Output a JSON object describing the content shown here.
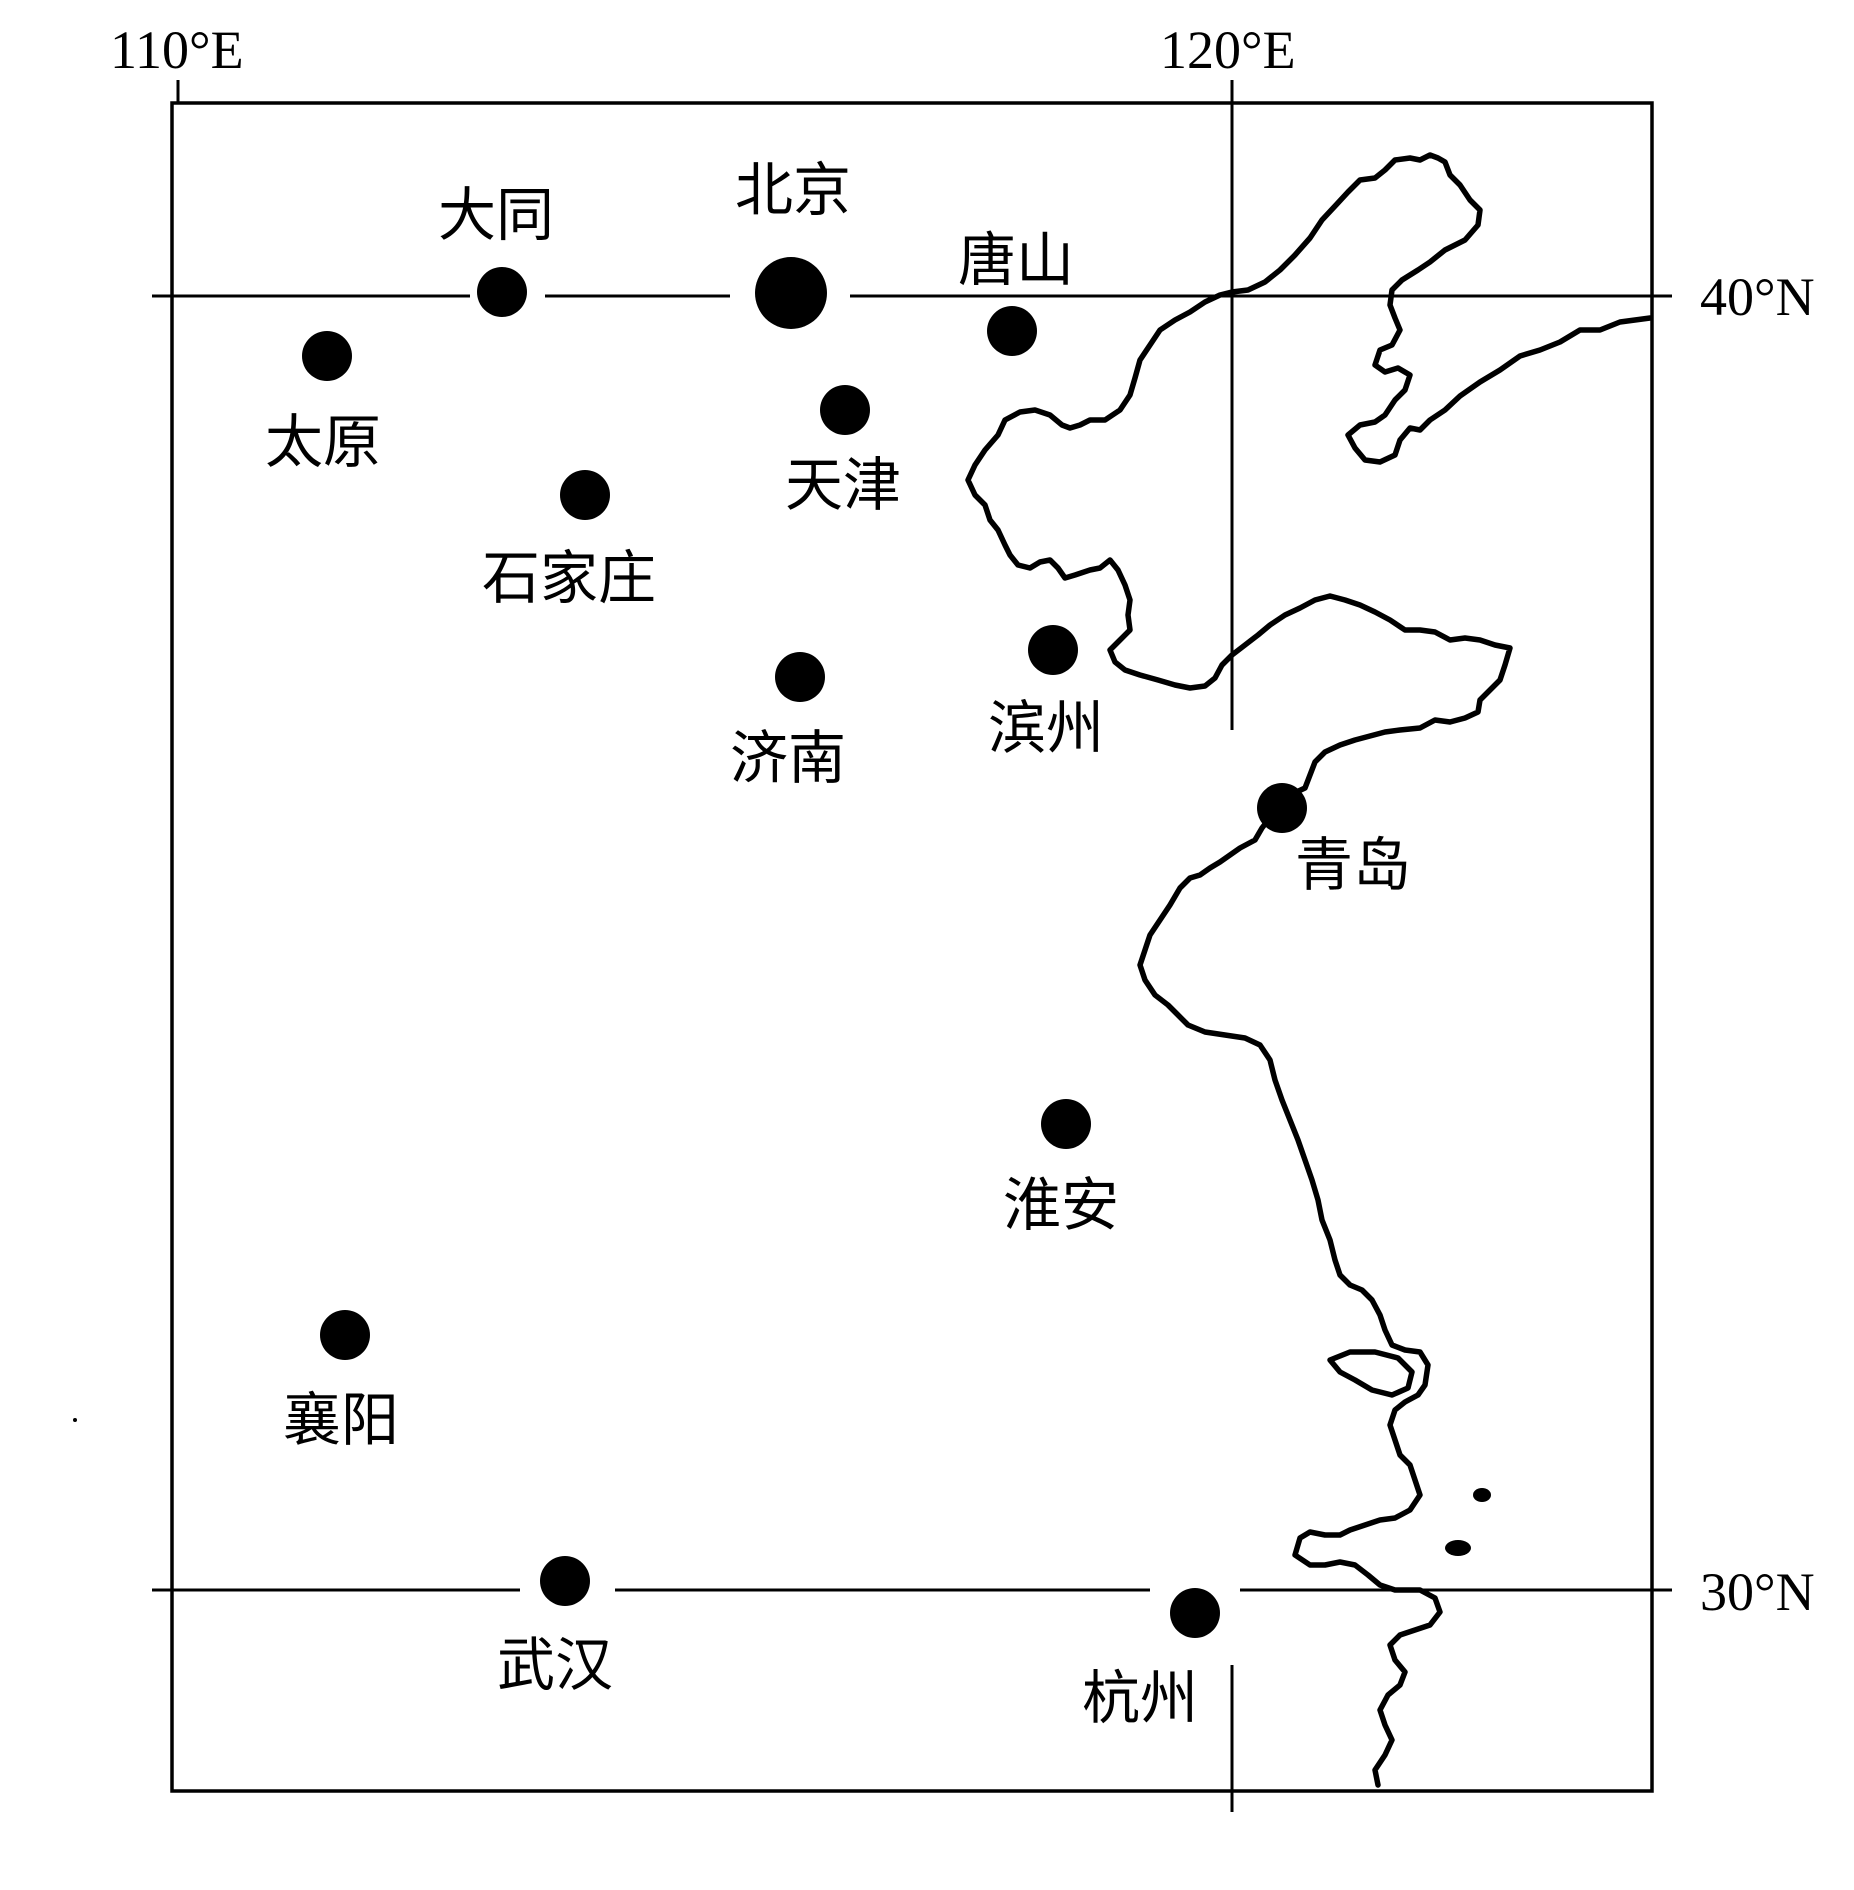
{
  "map": {
    "longitude_labels": [
      "110°E",
      "120°E"
    ],
    "latitude_labels": [
      "40°N",
      "30°N"
    ],
    "cities": [
      {
        "id": "datong",
        "name": "大同"
      },
      {
        "id": "beijing",
        "name": "北京"
      },
      {
        "id": "tangshan",
        "name": "唐山"
      },
      {
        "id": "taiyuan",
        "name": "太原"
      },
      {
        "id": "tianjin",
        "name": "天津"
      },
      {
        "id": "shijiazhuang",
        "name": "石家庄"
      },
      {
        "id": "jinan",
        "name": "济南"
      },
      {
        "id": "binzhou",
        "name": "滨州"
      },
      {
        "id": "qingdao",
        "name": "青岛"
      },
      {
        "id": "huaian",
        "name": "淮安"
      },
      {
        "id": "xiangyang",
        "name": "襄阳"
      },
      {
        "id": "wuhan",
        "name": "武汉"
      },
      {
        "id": "hangzhou",
        "name": "杭州"
      }
    ]
  }
}
